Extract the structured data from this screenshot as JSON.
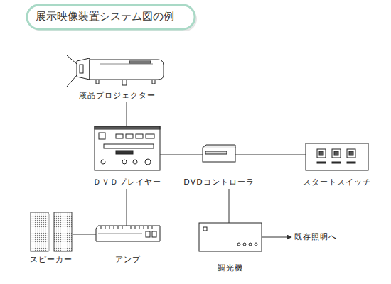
{
  "diagram": {
    "title": "展示映像装置システム図の例",
    "nodes": [
      {
        "text": [
          "液晶プロジェクター"
        ]
      },
      {
        "text": [
          "ＤＶＤプレイヤー"
        ]
      },
      {
        "text": [
          "DVDコントローラ"
        ]
      },
      {
        "text": [
          "スタートスイッチ"
        ]
      },
      {
        "text": [
          "スピーカー"
        ]
      },
      {
        "text": [
          "アンプ"
        ]
      },
      {
        "text": [
          "調光機"
        ]
      }
    ],
    "edges": [
      {
        "from": 0,
        "to": 1,
        "arrow": "none"
      },
      {
        "from": 1,
        "to": 2,
        "arrow": "none"
      },
      {
        "from": 2,
        "to": 3,
        "arrow": "none"
      },
      {
        "from": 1,
        "to": 5,
        "arrow": "none"
      },
      {
        "from": 4,
        "to": 5,
        "arrow": "none"
      },
      {
        "from": 2,
        "to": 6,
        "arrow": "none"
      }
    ],
    "labels": [
      "既存照明へ"
    ]
  }
}
